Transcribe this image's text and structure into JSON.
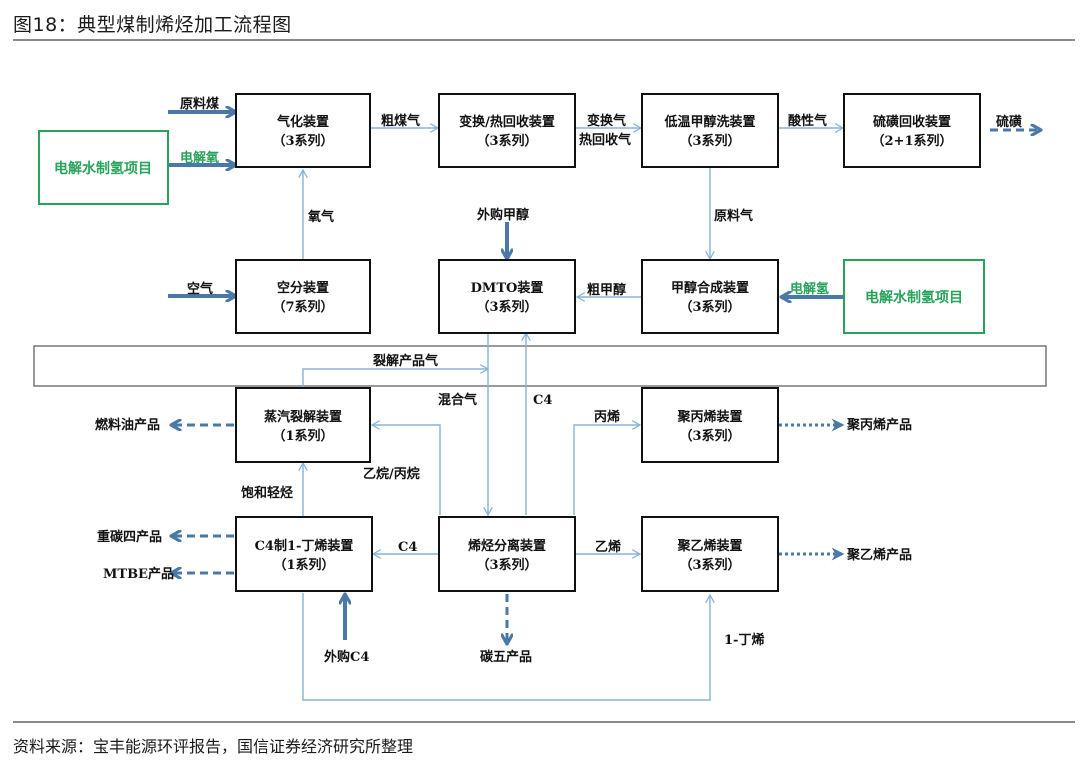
{
  "header": {
    "title": "图18：典型煤制烯烃加工流程图"
  },
  "footer": {
    "source": "资料来源：宝丰能源环评报告，国信证券经济研究所整理"
  },
  "colors": {
    "green": "#27a35a",
    "flow_thin": "#86b3d8",
    "flow_thick": "#4a79a8"
  },
  "units": {
    "gasifier": {
      "name": "气化装置",
      "series": "（3系列）"
    },
    "shift": {
      "name": "变换/热回收装置",
      "series": "（3系列）"
    },
    "rectisol": {
      "name": "低温甲醇洗装置",
      "series": "（3系列）"
    },
    "sulfur": {
      "name": "硫磺回收装置",
      "series": "（2+1系列）"
    },
    "asu": {
      "name": "空分装置",
      "series": "（7系列）"
    },
    "dmto": {
      "name": "DMTO装置",
      "series": "（3系列）"
    },
    "methanol": {
      "name": "甲醇合成装置",
      "series": "（3系列）"
    },
    "cracker": {
      "name": "蒸汽裂解装置",
      "series": "（1系列）"
    },
    "pp": {
      "name": "聚丙烯装置",
      "series": "（3系列）"
    },
    "butene": {
      "name": "C4制1-丁烯装置",
      "series": "（1系列）"
    },
    "separation": {
      "name": "烯烃分离装置",
      "series": "（3系列）"
    },
    "pe": {
      "name": "聚乙烯装置",
      "series": "（3系列）"
    },
    "h2_left": {
      "name": "电解水制氢项目"
    },
    "h2_right": {
      "name": "电解水制氢项目"
    }
  },
  "flows": {
    "raw_coal": "原料煤",
    "elec_oxygen": "电解氧",
    "crude_gas": "粗煤气",
    "shift_gas_1": "变换气",
    "shift_gas_2": "热回收气",
    "acid_gas": "酸性气",
    "sulfur": "硫磺",
    "oxygen": "氧气",
    "air": "空气",
    "purchased_methanol": "外购甲醇",
    "feed_gas": "原料气",
    "crude_methanol": "粗甲醇",
    "elec_hydrogen": "电解氢",
    "cracked_gas": "裂解产品气",
    "mixed_gas": "混合气",
    "c4_up": "C4",
    "fuel_oil": "燃料油产品",
    "ethane_propane": "乙烷/丙烷",
    "propylene": "丙烯",
    "pp_product": "聚丙烯产品",
    "saturated_light": "饱和轻烃",
    "heavy_c4": "重碳四产品",
    "mtbe": "MTBE产品",
    "c4_left": "C4",
    "ethylene": "乙烯",
    "pe_product": "聚乙烯产品",
    "purchased_c4": "外购C4",
    "c5_product": "碳五产品",
    "butene1": "1-丁烯"
  }
}
